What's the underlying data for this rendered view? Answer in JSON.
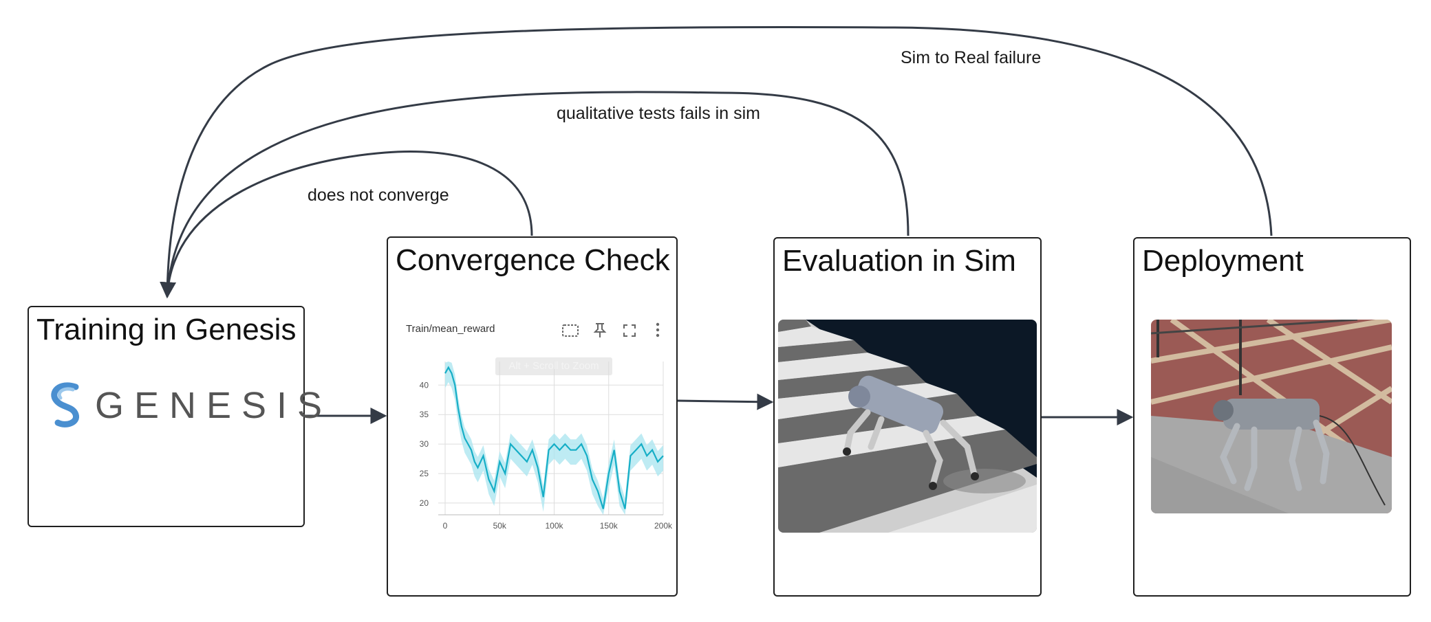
{
  "stages": [
    {
      "title": "Training in Genesis",
      "logo_text": "GENESIS"
    },
    {
      "title": "Convergence Check"
    },
    {
      "title": "Evaluation in Sim"
    },
    {
      "title": "Deployment"
    }
  ],
  "loops": {
    "not_converge": "does not converge",
    "qualitative": "qualitative tests fails in sim",
    "sim_to_real": "Sim to Real failure"
  },
  "chart": {
    "title": "Train/mean_reward",
    "hint": "Alt + Scroll to Zoom",
    "toolbar_icons": [
      "fit-icon",
      "pin-icon",
      "fullscreen-icon",
      "more-icon"
    ]
  },
  "chart_data": {
    "type": "line",
    "title": "Train/mean_reward",
    "xlabel": "",
    "ylabel": "",
    "xlim": [
      0,
      200000
    ],
    "ylim": [
      18,
      44
    ],
    "x_ticks": [
      "0",
      "50k",
      "100k",
      "150k",
      "200k"
    ],
    "y_ticks": [
      "20",
      "25",
      "30",
      "35",
      "40"
    ],
    "grid": true,
    "series": [
      {
        "x": [
          0,
          3000,
          6000,
          9000,
          12000,
          15000,
          18000,
          21000,
          24000,
          27000,
          30000,
          35000,
          40000,
          45000,
          50000,
          55000,
          60000,
          65000,
          70000,
          75000,
          80000,
          85000,
          90000,
          95000,
          100000,
          105000,
          110000,
          115000,
          120000,
          125000,
          130000,
          135000,
          140000,
          145000,
          150000,
          155000,
          160000,
          165000,
          170000,
          175000,
          180000,
          185000,
          190000,
          195000,
          200000
        ],
        "values": [
          42,
          43,
          42,
          40,
          36,
          33,
          31,
          30,
          29,
          27,
          26,
          28,
          24,
          22,
          27,
          25,
          30,
          29,
          28,
          27,
          29,
          26,
          21,
          29,
          30,
          29,
          30,
          29,
          29,
          30,
          28,
          24,
          22,
          19,
          25,
          29,
          22,
          19,
          28,
          29,
          30,
          28,
          29,
          27,
          28
        ]
      }
    ],
    "colors": {
      "line": "#16aec6",
      "band": "#aee6f0"
    }
  }
}
